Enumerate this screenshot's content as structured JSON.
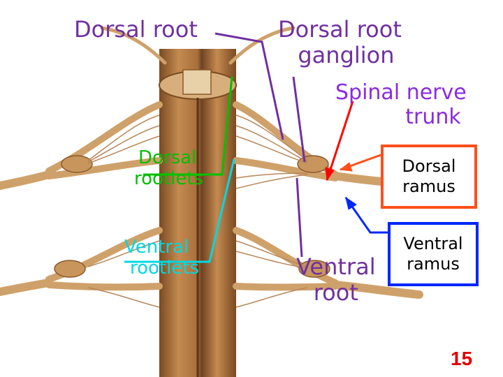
{
  "labels": {
    "dorsal_root": "Dorsal root",
    "dorsal_root_ganglion": [
      "Dorsal root",
      "ganglion"
    ],
    "spinal_nerve_trunk": [
      "Spinal nerve",
      "trunk"
    ],
    "dorsal_rootlets": [
      "Dorsal",
      "rootlets"
    ],
    "ventral_rootlets": [
      "Ventral",
      "rootlets"
    ],
    "ventral_root": [
      "Ventral",
      "root"
    ],
    "dorsal_ramus": [
      "Dorsal",
      "ramus"
    ],
    "ventral_ramus": [
      "Ventral",
      "ramus"
    ]
  },
  "slide_number": "15",
  "colors": {
    "purple": "#7030a0",
    "bright_purple": "#8a2be2",
    "red": "#ff0000",
    "orange_box": "#ff4f1a",
    "blue": "#0026ff",
    "green": "#00c000",
    "cyan": "#00d8e0",
    "nerve": "#cfa16a",
    "nerve_dark": "#8a5a2b",
    "cord": "#b57a45",
    "cord_dark": "#7a4a22"
  }
}
